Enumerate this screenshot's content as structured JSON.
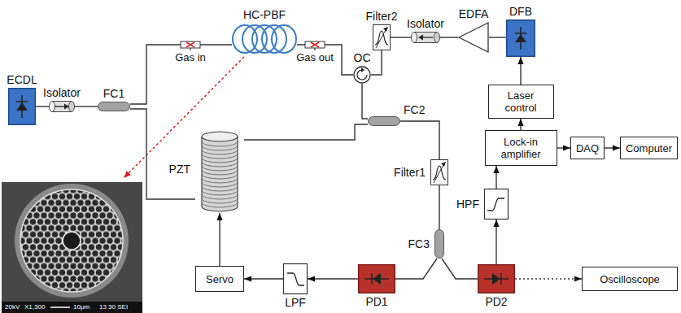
{
  "diagram": {
    "nodes": [
      {
        "text": [
          "ECDL"
        ]
      },
      {
        "text": [
          "Isolator"
        ]
      },
      {
        "text": [
          "FC1"
        ]
      },
      {
        "text": [
          "HC-PBF"
        ]
      },
      {
        "text": [
          "OC"
        ]
      },
      {
        "text": [
          "Filter2"
        ]
      },
      {
        "text": [
          "Isolator"
        ]
      },
      {
        "text": [
          "EDFA"
        ]
      },
      {
        "text": [
          "DFB"
        ]
      },
      {
        "text": [
          "Laser control"
        ]
      },
      {
        "text": [
          "Lock-in amplifier"
        ]
      },
      {
        "text": [
          "DAQ"
        ]
      },
      {
        "text": [
          "Computer"
        ]
      },
      {
        "text": [
          "FC2"
        ]
      },
      {
        "text": [
          "Filter1"
        ]
      },
      {
        "text": [
          "PZT"
        ]
      },
      {
        "text": [
          "FC3"
        ]
      },
      {
        "text": [
          "HPF"
        ]
      },
      {
        "text": [
          "Servo"
        ]
      },
      {
        "text": [
          "LPF"
        ]
      },
      {
        "text": [
          "PD1"
        ]
      },
      {
        "text": [
          "PD2"
        ]
      },
      {
        "text": [
          "Oscilloscope"
        ]
      }
    ],
    "edges": [
      {
        "from": 0,
        "to": 1,
        "arrow": "none"
      },
      {
        "from": 1,
        "to": 2,
        "arrow": "none"
      },
      {
        "from": 2,
        "to": 3,
        "arrow": "none"
      },
      {
        "from": 2,
        "to": 15,
        "arrow": "none"
      },
      {
        "from": 3,
        "to": 4,
        "arrow": "none"
      },
      {
        "from": 4,
        "to": 5,
        "arrow": "none"
      },
      {
        "from": 5,
        "to": 6,
        "arrow": "none"
      },
      {
        "from": 6,
        "to": 7,
        "arrow": "none"
      },
      {
        "from": 7,
        "to": 8,
        "arrow": "none"
      },
      {
        "from": 4,
        "to": 13,
        "arrow": "none"
      },
      {
        "from": 15,
        "to": 13,
        "arrow": "none"
      },
      {
        "from": 13,
        "to": 14,
        "arrow": "none"
      },
      {
        "from": 14,
        "to": 16,
        "arrow": "none"
      },
      {
        "from": 16,
        "to": 20,
        "arrow": "none"
      },
      {
        "from": 16,
        "to": 21,
        "arrow": "none"
      },
      {
        "from": 20,
        "to": 19,
        "arrow": "to"
      },
      {
        "from": 19,
        "to": 18,
        "arrow": "to"
      },
      {
        "from": 18,
        "to": 15,
        "arrow": "to"
      },
      {
        "from": 21,
        "to": 17,
        "arrow": "to"
      },
      {
        "from": 17,
        "to": 10,
        "arrow": "to"
      },
      {
        "from": 10,
        "to": 9,
        "arrow": "to"
      },
      {
        "from": 9,
        "to": 8,
        "arrow": "to"
      },
      {
        "from": 10,
        "to": 11,
        "arrow": "to"
      },
      {
        "from": 11,
        "to": 12,
        "arrow": "to"
      },
      {
        "from": 21,
        "to": 22,
        "arrow": "to"
      }
    ],
    "labels": [
      "Gas in",
      "Gas out",
      "20kV",
      "X1,300",
      "10μm",
      "13 30 SEI"
    ]
  }
}
